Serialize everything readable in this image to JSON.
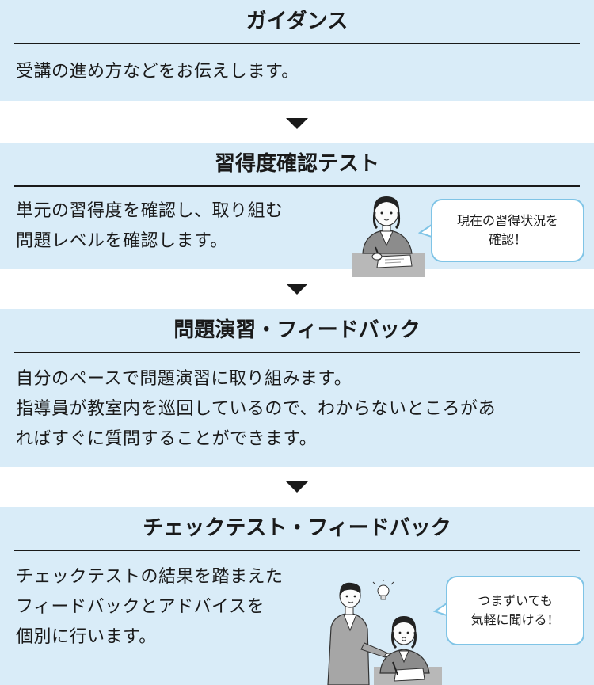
{
  "sections": [
    {
      "title": "ガイダンス",
      "body": "受講の進め方などをお伝えします。"
    },
    {
      "title": "習得度確認テスト",
      "body": "単元の習得度を確認し、取り組む\n問題レベルを確認します。"
    },
    {
      "title": "問題演習・フィードバック",
      "body": "自分のペースで問題演習に取り組みます。\n指導員が教室内を巡回しているので、わからないところがあ\nればすぐに質問することができます。"
    },
    {
      "title": "チェックテスト・フィードバック",
      "body": "チェックテストの結果を踏まえた\nフィードバックとアドバイスを\n個別に行います。"
    }
  ],
  "bubbles": {
    "test": "現在の習得状況を\n確認！",
    "check": "つまずいても\n気軽に聞ける！"
  },
  "colors": {
    "section_bg": "#d9ecf8",
    "bubble_border": "#7fc4e6",
    "text": "#1a1a1a"
  }
}
